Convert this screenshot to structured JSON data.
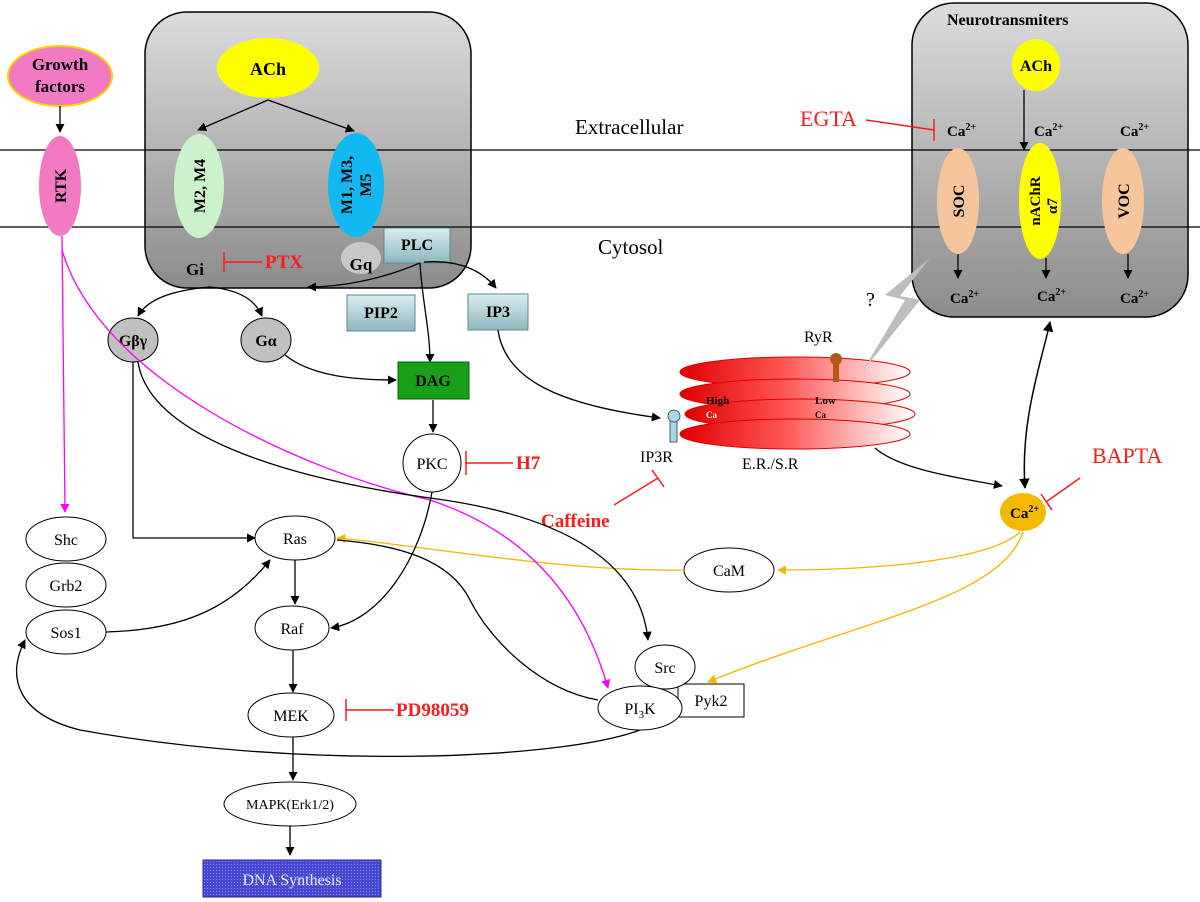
{
  "labels": {
    "extracellular": "Extracellular",
    "cytosol": "Cytosol",
    "neurotransmiters": "Neurotransmiters",
    "growth_factors_line1": "Growth",
    "growth_factors_line2": "factors",
    "rtk": "RTK",
    "ach_left": "ACh",
    "ach_right": "ACh",
    "m2m4": "M2, M4",
    "m1m3m5_line1": "M1, M3,",
    "m1m3m5_line2": "M5",
    "gi": "Gi",
    "gq": "Gq",
    "plc": "PLC",
    "pip2": "PIP2",
    "ip3": "IP3",
    "gbg": "Gβγ",
    "galpha": "Gα",
    "dag": "DAG",
    "pkc": "PKC",
    "soc": "SOC",
    "nachr_line1": "nAChR",
    "nachr_line2": "α7",
    "voc": "VOC",
    "ca_out": "Ca",
    "ca_sup": "2+",
    "ryr": "RyR",
    "question": "?",
    "high": "High",
    "low": "Low",
    "er_ca": "Ca",
    "ip3r": "IP3R",
    "ersr": "E.R./S.R",
    "ca_center": "Ca",
    "shc": "Shc",
    "grb2": "Grb2",
    "sos1": "Sos1",
    "ras": "Ras",
    "raf": "Raf",
    "mek": "MEK",
    "mapk": "MAPK(Erk1/2)",
    "dna": "DNA Synthesis",
    "cam": "CaM",
    "src": "Src",
    "pi3k_a": "PI",
    "pi3k_sub": "3",
    "pi3k_b": "K",
    "pyk2": "Pyk2"
  },
  "inhibitors": {
    "ptx": "PTX",
    "h7": "H7",
    "egta": "EGTA",
    "bapta": "BAPTA",
    "caffeine": "Caffeine",
    "pd98059": "PD98059"
  },
  "colors": {
    "inhibitor_red": "#ff1a1a",
    "growth_factors": "#f27ac2",
    "ach": "#ffff00",
    "m2m4": "#ccf2cc",
    "m1m3m5": "#12b8f0",
    "channel_peach": "#f5c69b",
    "ca_gold": "#f5b800",
    "dag_green": "#18a018",
    "magenta_arrow": "#ff00ff",
    "yellow_arrow": "#f5b400",
    "dna_blue": "#4a4ad8"
  }
}
